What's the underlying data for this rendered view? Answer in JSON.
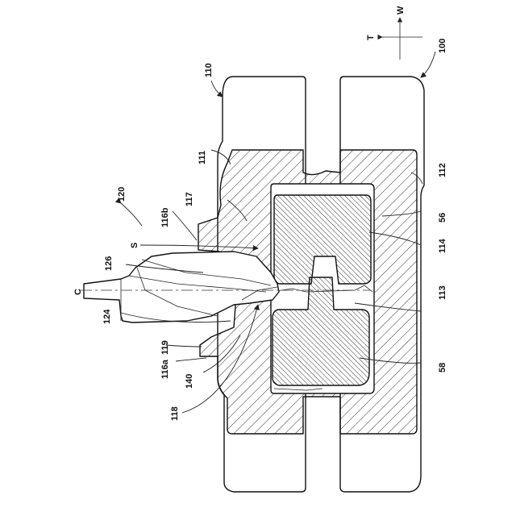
{
  "figure": {
    "labels": {
      "l100": "100",
      "l110": "110",
      "l111": "111",
      "l112": "112",
      "l113": "113",
      "l114": "114",
      "l56": "56",
      "l58": "58",
      "l116a": "116a",
      "l116b": "116b",
      "l117": "117",
      "l118": "118",
      "l119": "119",
      "l120": "120",
      "l124": "124",
      "l126": "126",
      "l140": "140",
      "lS": "S",
      "lC": "C"
    },
    "axis": {
      "t": "T",
      "w": "W"
    }
  }
}
